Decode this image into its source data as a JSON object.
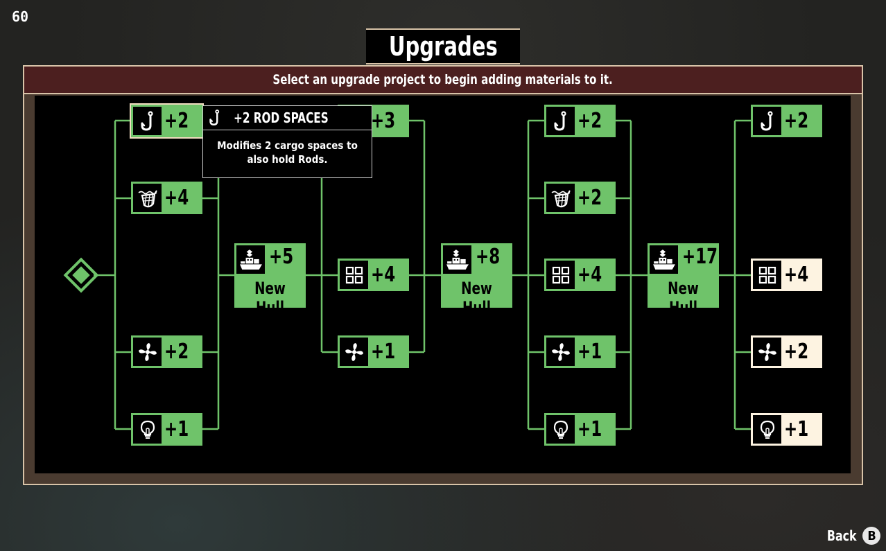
{
  "hud": {
    "fps": "60"
  },
  "header": {
    "title": "Upgrades",
    "instruction": "Select an upgrade project to begin adding materials to it."
  },
  "tooltip": {
    "title": "+2 ROD SPACES",
    "description": "Modifies 2 cargo spaces to also hold Rods.",
    "icon": "rod-hook-icon"
  },
  "tree": {
    "tier1": [
      {
        "icon": "rod-hook-icon",
        "value": "+2"
      },
      {
        "icon": "net-icon",
        "value": "+4"
      },
      {
        "icon": "engine-propeller-icon",
        "value": "+2"
      },
      {
        "icon": "light-bulb-icon",
        "value": "+1"
      }
    ],
    "hull1": {
      "value": "+5",
      "label": "New Hull",
      "icon": "ship-hull-icon"
    },
    "tier2": [
      {
        "icon": "rod-hook-icon",
        "value": "+3"
      },
      {
        "icon": "storage-grid-icon",
        "value": "+4"
      },
      {
        "icon": "engine-propeller-icon",
        "value": "+1"
      }
    ],
    "hull2": {
      "value": "+8",
      "label": "New Hull",
      "icon": "ship-hull-icon"
    },
    "tier3": [
      {
        "icon": "rod-hook-icon",
        "value": "+2"
      },
      {
        "icon": "net-icon",
        "value": "+2"
      },
      {
        "icon": "storage-grid-icon",
        "value": "+4"
      },
      {
        "icon": "engine-propeller-icon",
        "value": "+1"
      },
      {
        "icon": "light-bulb-icon",
        "value": "+1"
      }
    ],
    "hull3": {
      "value": "+17",
      "label": "New Hull",
      "icon": "ship-hull-icon"
    },
    "tier4": [
      {
        "icon": "rod-hook-icon",
        "value": "+2"
      },
      {
        "icon": "storage-grid-icon",
        "value": "+4"
      },
      {
        "icon": "engine-propeller-icon",
        "value": "+2"
      },
      {
        "icon": "light-bulb-icon",
        "value": "+1"
      }
    ]
  },
  "footer": {
    "back_label": "Back",
    "back_button_glyph": "B"
  },
  "colors": {
    "unlocked": "#6fc36a",
    "locked": "#fdf3e1",
    "banner": "#4c1f1f",
    "frame": "#d8c3a8"
  }
}
